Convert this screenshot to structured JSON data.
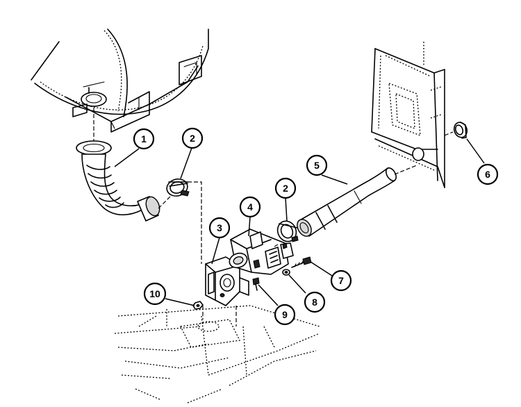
{
  "callouts": [
    {
      "id": "1",
      "label": "1"
    },
    {
      "id": "2a",
      "label": "2"
    },
    {
      "id": "3",
      "label": "3"
    },
    {
      "id": "4",
      "label": "4"
    },
    {
      "id": "2b",
      "label": "2"
    },
    {
      "id": "5",
      "label": "5"
    },
    {
      "id": "6",
      "label": "6"
    },
    {
      "id": "7",
      "label": "7"
    },
    {
      "id": "8",
      "label": "8"
    },
    {
      "id": "9",
      "label": "9"
    },
    {
      "id": "10",
      "label": "10"
    }
  ]
}
